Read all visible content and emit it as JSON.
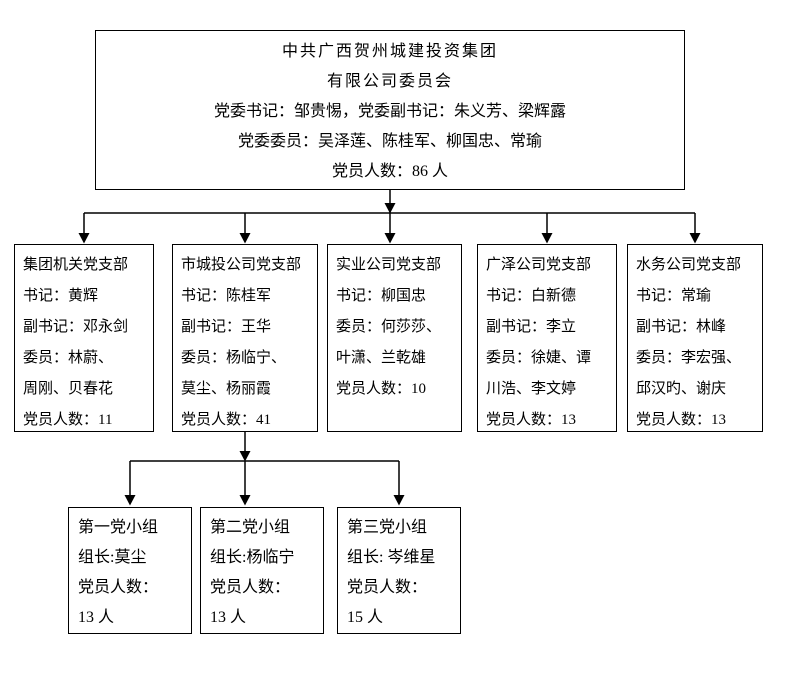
{
  "page": {
    "background_color": "#ffffff",
    "line_color": "#000000"
  },
  "root": {
    "lines": [
      "中共广西贺州城建投资集团",
      "有限公司委员会",
      "党委书记：邹贵惕，党委副书记：朱义芳、梁辉露",
      "党委委员：吴泽莲、陈桂军、柳国忠、常瑜",
      "党员人数：86 人"
    ]
  },
  "branches": [
    {
      "lines": [
        "集团机关党支部",
        "书记：黄辉",
        "副书记：邓永剑",
        "委员：林蔚、",
        "周刚、贝春花",
        "党员人数：11"
      ]
    },
    {
      "lines": [
        "市城投公司党支部",
        "书记：陈桂军",
        "副书记：王华",
        "委员：杨临宁、",
        "莫尘、杨丽霞",
        "党员人数：41"
      ]
    },
    {
      "lines": [
        "实业公司党支部",
        "书记：柳国忠",
        "委员：何莎莎、",
        "叶潇、兰乾雄",
        "党员人数：10"
      ]
    },
    {
      "lines": [
        "广泽公司党支部",
        "书记：白新德",
        "副书记：李立",
        "委员：徐婕、谭",
        "川浩、李文婷",
        "党员人数：13"
      ]
    },
    {
      "lines": [
        "水务公司党支部",
        "书记：常瑜",
        "副书记：林峰",
        "委员：李宏强、",
        "邱汉旳、谢庆",
        "党员人数：13"
      ]
    }
  ],
  "groups": [
    {
      "lines": [
        "第一党小组",
        "组长:莫尘",
        "党员人数：",
        "13 人"
      ]
    },
    {
      "lines": [
        "第二党小组",
        "组长:杨临宁",
        "党员人数：",
        "13 人"
      ]
    },
    {
      "lines": [
        "第三党小组",
        "组长: 岑维星",
        "党员人数：",
        "15 人"
      ]
    }
  ]
}
